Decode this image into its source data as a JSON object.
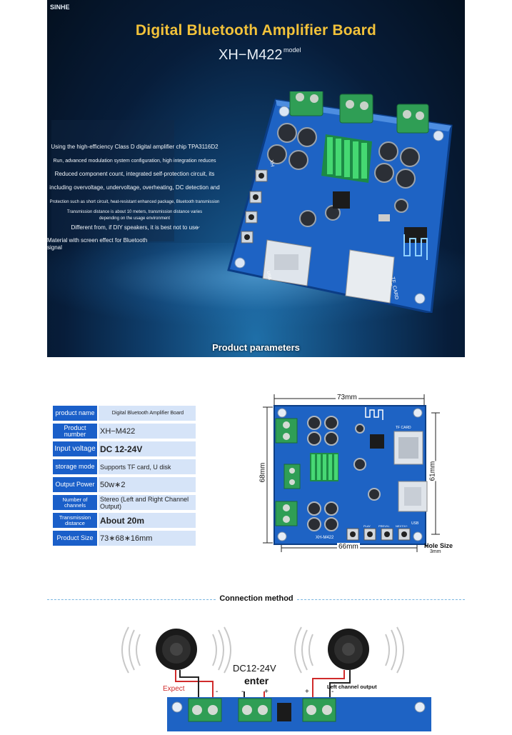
{
  "hero": {
    "brand": "SINHE",
    "title": "Digital Bluetooth Amplifier Board",
    "model": "XH−M422",
    "model_sup": "model",
    "features": [
      "Using the high-efficiency Class D digital amplifier chip TPA3116D2",
      "Run, advanced modulation system configuration, high integration reduces",
      "Reduced component count, integrated self-protection circuit, its",
      "including overvoltage, undervoltage, overheating, DC detection and",
      "Protection such as short circuit, heat-resistant enhanced package, Bluetooth transmission",
      "Transmission distance is about 10 meters, transmission distance varies",
      "depending on the usage environment",
      "Different from, if DIY speakers, it is best not to use̷",
      "Material with screen effect for Bluetooth signal"
    ],
    "board_labels": {
      "usb": "USB",
      "tf": "TF_CARD",
      "name": "XH"
    },
    "section_heading": "Product parameters"
  },
  "parameters": [
    {
      "label": "product name",
      "value": "Digital Bluetooth Amplifier Board"
    },
    {
      "label": "Product number",
      "value": "XH−M422"
    },
    {
      "label": "Input voltage",
      "value": "DC 12-24V"
    },
    {
      "label": "storage mode",
      "value": "Supports TF card, U disk"
    },
    {
      "label": "Output Power",
      "value": "50w∗2"
    },
    {
      "label": "Number of channels",
      "value": "Stereo (Left and Right Channel Output)"
    },
    {
      "label": "Transmission distance",
      "value": "About 20m"
    },
    {
      "label": "Product Size",
      "value": "73∗68∗16mm"
    }
  ],
  "dimensions": {
    "width_top": "73mm",
    "height_left": "68mm",
    "height_right": "61mm",
    "width_bottom": "66mm",
    "hole_size": "Hole Size",
    "hole_value": "3mm",
    "board_model": "XH-M422",
    "buttons": [
      "PLAY",
      "PREV/V-",
      "NEXT/V+"
    ],
    "tf": "TF CARD",
    "usb": "USB"
  },
  "connection": {
    "heading": "Connection method",
    "power_label": "DC12-24V",
    "enter_label": "enter",
    "left_output": "Left channel output",
    "right_output": "Expect",
    "signs": [
      "+",
      "-",
      "-",
      "+",
      "+",
      "-"
    ]
  },
  "colors": {
    "accent_blue": "#1a5fc9",
    "value_bg": "#d6e4f8",
    "title_gold": "#f2c23a",
    "pcb_blue": "#1e63c4",
    "heatsink_green": "#3fd46a"
  }
}
